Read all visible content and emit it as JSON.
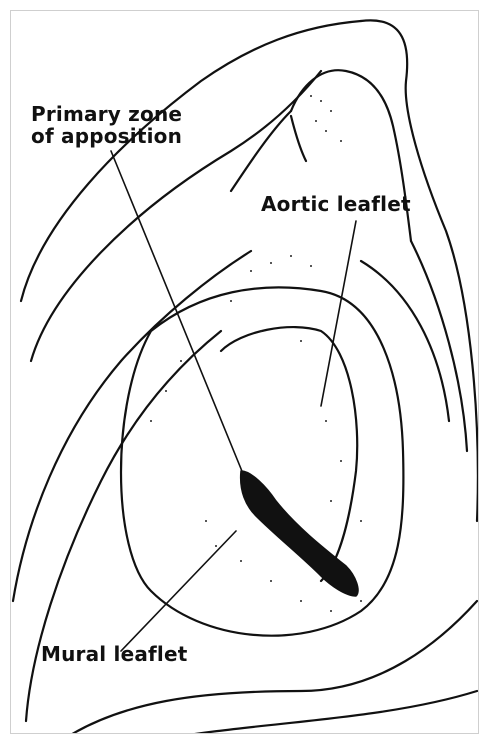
{
  "labels": {
    "primary_zone": [
      "Primary zone",
      "of apposition"
    ],
    "aortic_leaflet": "Aortic leaflet",
    "mural_leaflet": "Mural leaflet"
  },
  "colors": {
    "ink": "#111111",
    "paper": "#ffffff",
    "frame": "#cfcfcf"
  }
}
